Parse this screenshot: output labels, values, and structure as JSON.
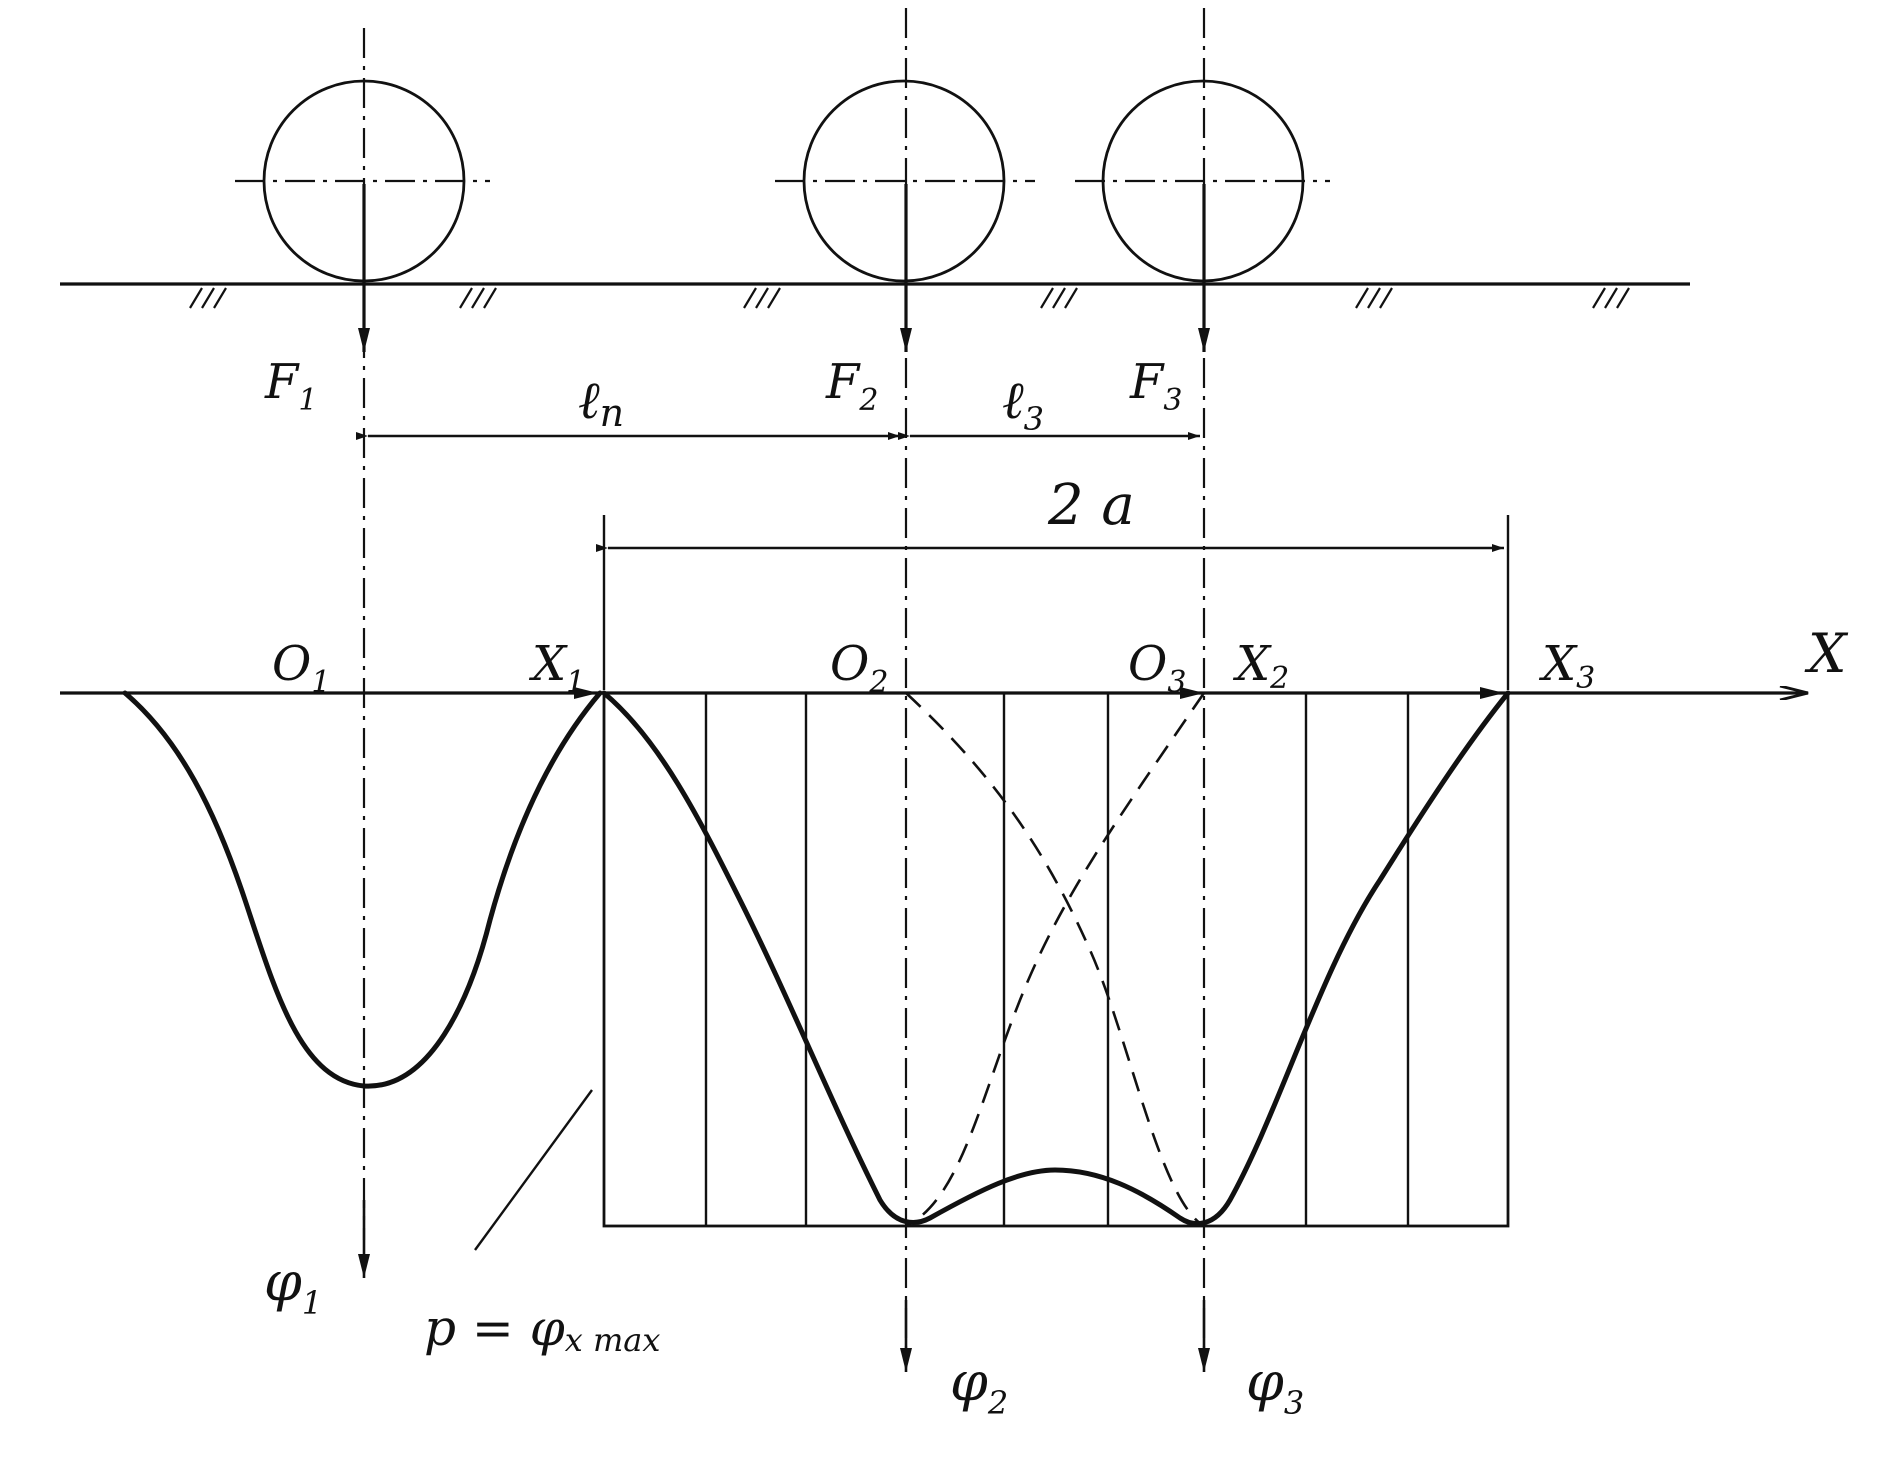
{
  "figure": {
    "force_labels": [
      "F",
      "F",
      "F"
    ],
    "force_subscripts": [
      "1",
      "2",
      "3"
    ],
    "distance_labels": {
      "ln_main": "ℓ",
      "ln_sub": "n",
      "l3_main": "ℓ",
      "l3_sub": "3",
      "two_a": "2 a"
    },
    "origin_labels": {
      "o1_main": "O",
      "o1_sub": "1",
      "o2_main": "O",
      "o2_sub": "2",
      "o3_main": "O",
      "o3_sub": "3"
    },
    "x_labels": {
      "x1_main": "X",
      "x1_sub": "1",
      "x2_main": "X",
      "x2_sub": "2",
      "x3_main": "X",
      "x3_sub": "3"
    },
    "axis_label": "X",
    "phi_labels": {
      "p1_main": "φ",
      "p1_sub": "1",
      "p2_main": "φ",
      "p2_sub": "2",
      "p3_main": "φ",
      "p3_sub": "3"
    },
    "pressure_label": {
      "lhs": "p = ",
      "main": "φ",
      "sub": "x max"
    }
  }
}
